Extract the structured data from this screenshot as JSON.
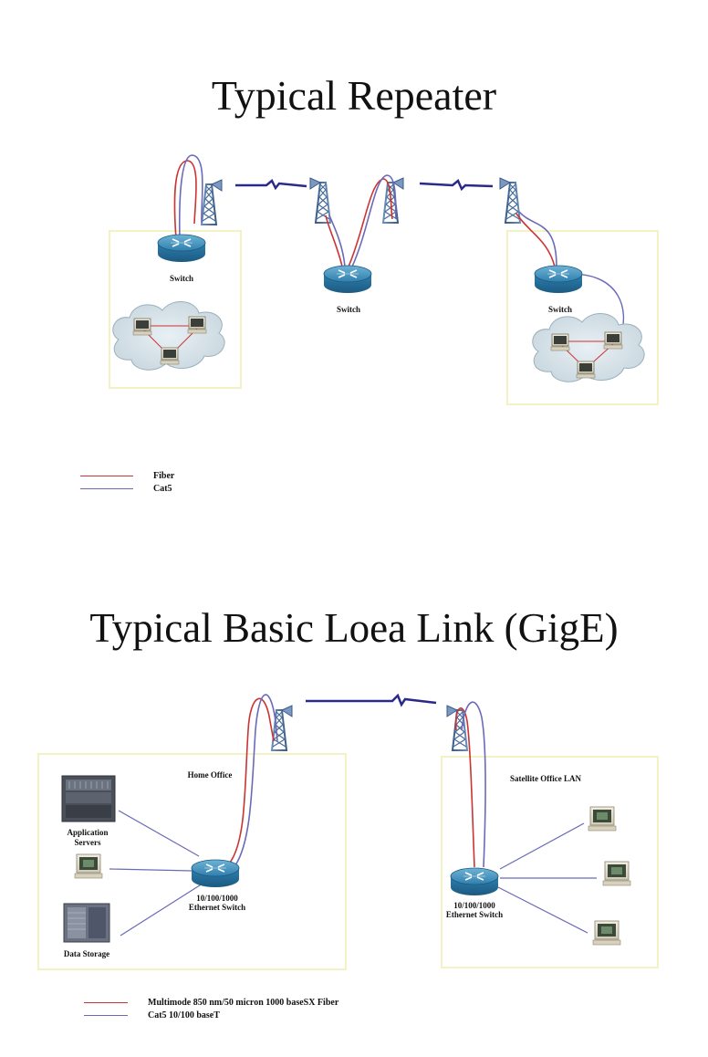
{
  "title_repeater": "Typical Repeater",
  "title_gige": "Typical Basic Loea Link (GigE)",
  "labels": {
    "switch": "Switch",
    "home_office": "Home Office",
    "satellite_office": "Satellite Office LAN",
    "ethernet_switch_line1": "10/100/1000",
    "ethernet_switch_line2": "Ethernet Switch",
    "application_servers_line1": "Application",
    "application_servers_line2": "Servers",
    "data_storage": "Data Storage"
  },
  "legend_top": [
    {
      "label": "Fiber",
      "color": "#cc3333"
    },
    {
      "label": "Cat5",
      "color": "#6a6ab8"
    }
  ],
  "legend_bottom": [
    {
      "label": "Multimode 850 nm/50 micron 1000 baseSX Fiber",
      "color": "#cc3333"
    },
    {
      "label": "Cat5 10/100 baseT",
      "color": "#6a6ab8"
    }
  ],
  "colors": {
    "fiber": "#cc3333",
    "cat5": "#6a6ab8",
    "link": "#2a2a8a",
    "box_border": "#f0efc0"
  }
}
